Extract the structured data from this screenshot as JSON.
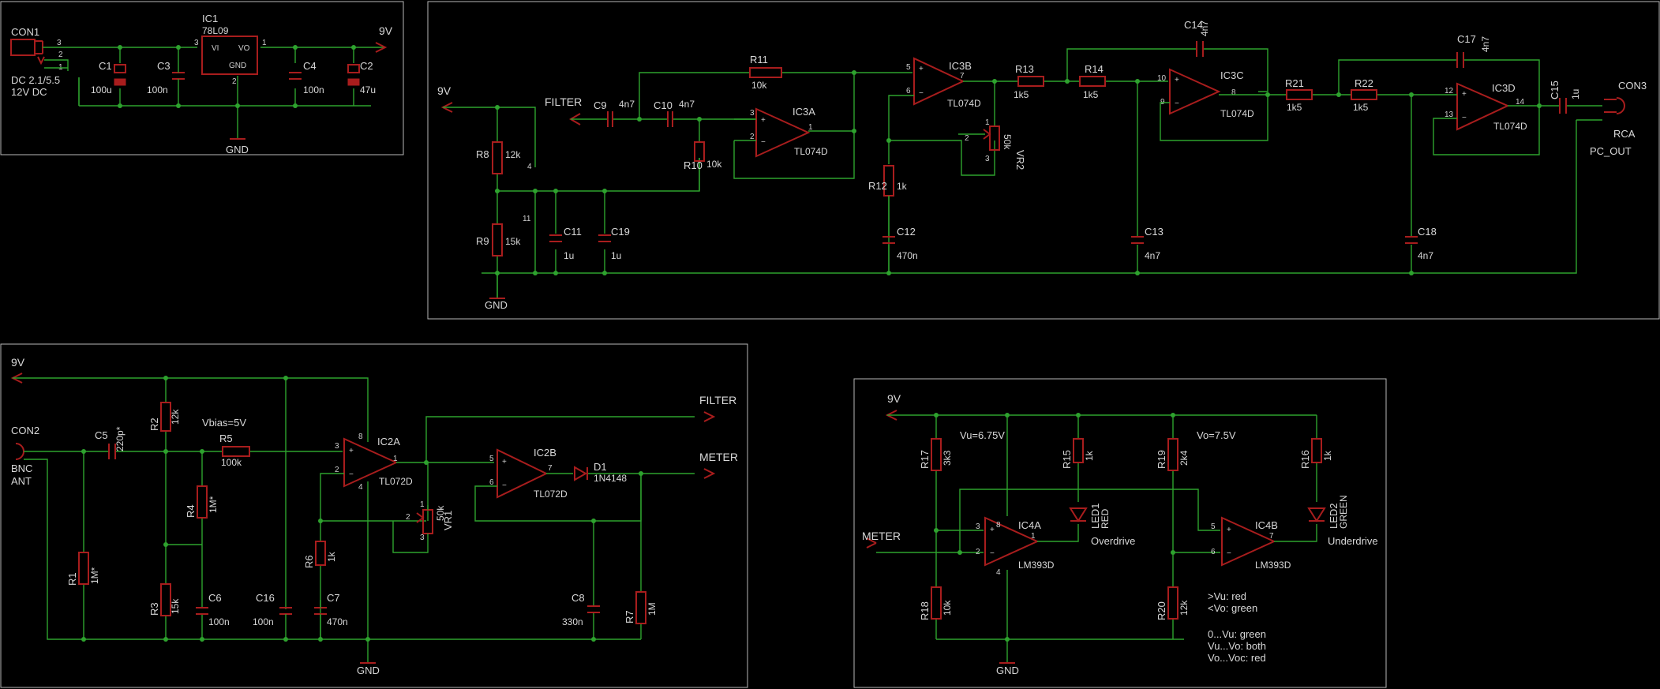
{
  "colors": {
    "background": "#000000",
    "wire": "#2ea22e",
    "component": "#a81d1d",
    "frame": "#b9b9b9",
    "text": "#d8d8d8"
  },
  "power": {
    "con1_name": "CON1",
    "con1_desc1": "DC 2.1/5.5",
    "con1_desc2": "12V DC",
    "c1": "C1",
    "c1_val": "100u",
    "c3": "C3",
    "c3_val": "100n",
    "ic1": "IC1",
    "ic1_val": "78L09",
    "ic1_vi": "VI",
    "ic1_vo": "VO",
    "ic1_gnd": "GND",
    "c4": "C4",
    "c4_val": "100n",
    "c2": "C2",
    "c2_val": "47u",
    "net_9v": "9V",
    "net_gnd": "GND",
    "pins": {
      "p3": "3",
      "p2": "2",
      "p1": "1",
      "ic_in": "3",
      "ic_out": "1",
      "ic_gnd": "2"
    }
  },
  "filter": {
    "net_9v": "9V",
    "net_filter": "FILTER",
    "net_gnd": "GND",
    "net_rca": "RCA",
    "net_pcout": "PC_OUT",
    "con3": "CON3",
    "r8": "R8",
    "r8_val": "12k",
    "r9": "R9",
    "r9_val": "15k",
    "c9": "C9",
    "c9_val": "4n7",
    "c10": "C10",
    "c10_val": "4n7",
    "r11": "R11",
    "r11_val": "10k",
    "r10": "R10",
    "r10_val": "10k",
    "ic3a": "IC3A",
    "ic3a_val": "TL074D",
    "ic3b": "IC3B",
    "ic3b_val": "TL074D",
    "ic3c": "IC3C",
    "ic3c_val": "TL074D",
    "ic3d": "IC3D",
    "ic3d_val": "TL074D",
    "c11": "C11",
    "c11_val": "1u",
    "c19": "C19",
    "c19_val": "1u",
    "r12": "R12",
    "r12_val": "1k",
    "c12": "C12",
    "c12_val": "470n",
    "r13": "R13",
    "r13_val": "1k5",
    "r14": "R14",
    "r14_val": "1k5",
    "vr2": "VR2",
    "vr2_val": "50k",
    "c14": "C14",
    "c14_val": "4n7",
    "c13": "C13",
    "c13_val": "4n7",
    "r21": "R21",
    "r21_val": "1k5",
    "r22": "R22",
    "r22_val": "1k5",
    "c17": "C17",
    "c17_val": "4n7",
    "c18": "C18",
    "c18_val": "4n7",
    "c15": "C15",
    "c15_val": "1u",
    "pins": {
      "p4": "4",
      "p11": "11",
      "a3": "3",
      "a2": "2",
      "a1": "1",
      "b5": "5",
      "b6": "6",
      "b7": "7",
      "c10": "10",
      "c9": "9",
      "c8": "8",
      "d12": "12",
      "d13": "13",
      "d14": "14",
      "vr1": "1",
      "vr2": "2",
      "vr3": "3"
    }
  },
  "input": {
    "net_9v": "9V",
    "net_gnd": "GND",
    "net_filter": "FILTER",
    "net_meter": "METER",
    "con2": "CON2",
    "con2_d1": "BNC",
    "con2_d2": "ANT",
    "c5": "C5",
    "c5_val": "220p*",
    "r2": "R2",
    "r2_val": "12k",
    "vbias": "Vbias=5V",
    "r5": "R5",
    "r5_val": "100k",
    "r4": "R4",
    "r4_val": "1M*",
    "r1": "R1",
    "r1_val": "1M*",
    "r3": "R3",
    "r3_val": "15k",
    "c6": "C6",
    "c6_val": "100n",
    "c16": "C16",
    "c16_val": "100n",
    "ic2a": "IC2A",
    "ic2a_val": "TL072D",
    "ic2b": "IC2B",
    "ic2b_val": "TL072D",
    "r6": "R6",
    "r6_val": "1k",
    "c7": "C7",
    "c7_val": "470n",
    "vr1": "VR1",
    "vr1_val": "50k",
    "d1": "D1",
    "d1_val": "1N4148",
    "c8": "C8",
    "c8_val": "330n",
    "r7": "R7",
    "r7_val": "1M",
    "pins": {
      "a3": "3",
      "a2": "2",
      "a1": "1",
      "a8": "8",
      "a4": "4",
      "b5": "5",
      "b6": "6",
      "b7": "7",
      "v1": "1",
      "v2": "2",
      "v3": "3"
    }
  },
  "meter": {
    "net_9v": "9V",
    "net_gnd": "GND",
    "net_meter": "METER",
    "vu": "Vu=6.75V",
    "vo": "Vo=7.5V",
    "r17": "R17",
    "r17_val": "3k3",
    "r18": "R18",
    "r18_val": "10k",
    "r15": "R15",
    "r15_val": "1k",
    "r19": "R19",
    "r19_val": "2k4",
    "r20": "R20",
    "r20_val": "12k",
    "r16": "R16",
    "r16_val": "1k",
    "ic4a": "IC4A",
    "ic4a_val": "LM393D",
    "ic4b": "IC4B",
    "ic4b_val": "LM393D",
    "led1": "LED1",
    "led1_val": "RED",
    "led2": "LED2",
    "led2_val": "GREEN",
    "overdrive": "Overdrive",
    "underdrive": "Underdrive",
    "note1": ">Vu: red",
    "note2": "<Vo: green",
    "note3": "0...Vu: green",
    "note4": "Vu...Vo: both",
    "note5": "Vo...Voc: red",
    "pins": {
      "a3": "3",
      "a2": "2",
      "a1": "1",
      "a8": "8",
      "a4": "4",
      "b5": "5",
      "b6": "6",
      "b7": "7"
    }
  }
}
